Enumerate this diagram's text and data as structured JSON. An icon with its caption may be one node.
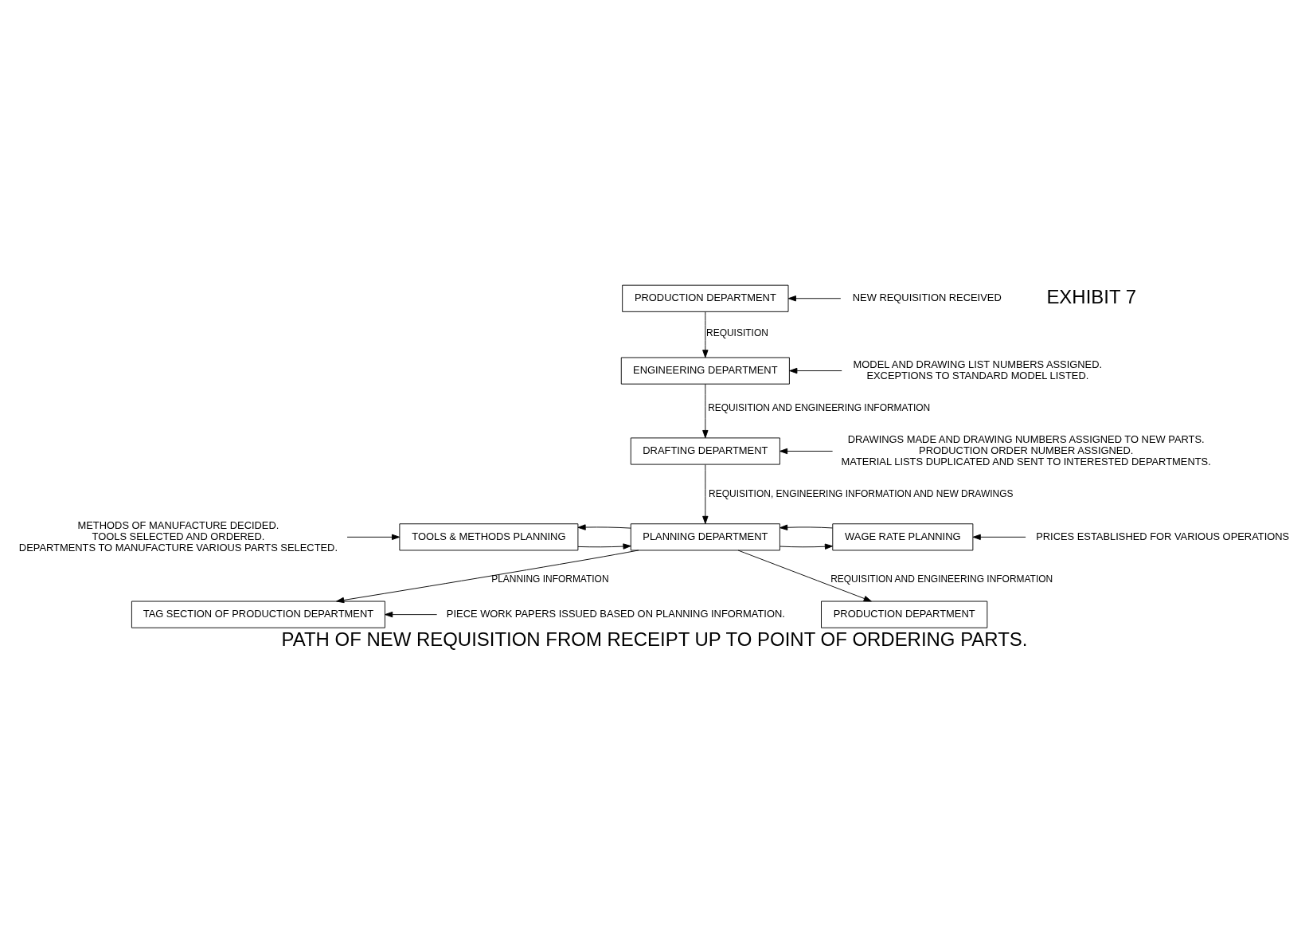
{
  "diagram": {
    "title": "PATH OF NEW REQUISITION FROM RECEIPT UP TO POINT OF ORDERING PARTS.",
    "nodes": [
      {
        "text": [
          "PRODUCTION DEPARTMENT"
        ]
      },
      {
        "text": [
          "NEW REQUISITION RECEIVED"
        ]
      },
      {
        "text": [
          "ENGINEERING DEPARTMENT"
        ]
      },
      {
        "text": [
          "MODEL AND DRAWING LIST NUMBERS ASSIGNED.",
          "EXCEPTIONS TO STANDARD MODEL LISTED."
        ]
      },
      {
        "text": [
          "DRAFTING DEPARTMENT"
        ]
      },
      {
        "text": [
          "DRAWINGS MADE AND DRAWING NUMBERS ASSIGNED TO NEW PARTS.",
          "PRODUCTION ORDER NUMBER ASSIGNED.",
          "MATERIAL LISTS DUPLICATED AND SENT TO INTERESTED DEPARTMENTS."
        ]
      },
      {
        "text": [
          "PLANNING DEPARTMENT"
        ]
      },
      {
        "text": [
          "TOOLS & METHODS PLANNING"
        ]
      },
      {
        "text": [
          "WAGE RATE PLANNING"
        ]
      },
      {
        "text": [
          "METHODS OF MANUFACTURE DECIDED.",
          "TOOLS SELECTED AND ORDERED.",
          "DEPARTMENTS TO MANUFACTURE VARIOUS PARTS SELECTED."
        ]
      },
      {
        "text": [
          "PRICES ESTABLISHED FOR VARIOUS OPERATIONS"
        ]
      },
      {
        "text": [
          "TAG SECTION OF PRODUCTION DEPARTMENT"
        ]
      },
      {
        "text": [
          "PRODUCTION DEPARTMENT"
        ]
      },
      {
        "text": [
          "PIECE WORK PAPERS ISSUED BASED ON PLANNING INFORMATION."
        ]
      }
    ],
    "edges": [
      {
        "from": 1,
        "to": 0,
        "arrow": "to"
      },
      {
        "from": 0,
        "to": 2,
        "arrow": "to",
        "label": "REQUISITION"
      },
      {
        "from": 3,
        "to": 2,
        "arrow": "to"
      },
      {
        "from": 2,
        "to": 4,
        "arrow": "to",
        "label": "REQUISITION AND ENGINEERING INFORMATION"
      },
      {
        "from": 5,
        "to": 4,
        "arrow": "to"
      },
      {
        "from": 4,
        "to": 6,
        "arrow": "to",
        "label": "REQUISITION, ENGINEERING INFORMATION AND NEW DRAWINGS"
      },
      {
        "from": 7,
        "to": 6,
        "arrow": "to"
      },
      {
        "from": 6,
        "to": 7,
        "arrow": "to"
      },
      {
        "from": 6,
        "to": 8,
        "arrow": "to"
      },
      {
        "from": 8,
        "to": 6,
        "arrow": "to"
      },
      {
        "from": 9,
        "to": 7,
        "arrow": "to"
      },
      {
        "from": 10,
        "to": 8,
        "arrow": "to"
      },
      {
        "from": 6,
        "to": 11,
        "arrow": "to",
        "label": "PLANNING INFORMATION"
      },
      {
        "from": 6,
        "to": 12,
        "arrow": "to",
        "label": "REQUISITION AND ENGINEERING INFORMATION"
      },
      {
        "from": 13,
        "to": 11,
        "arrow": "to"
      }
    ],
    "labels": [
      "EXHIBIT 7"
    ]
  }
}
